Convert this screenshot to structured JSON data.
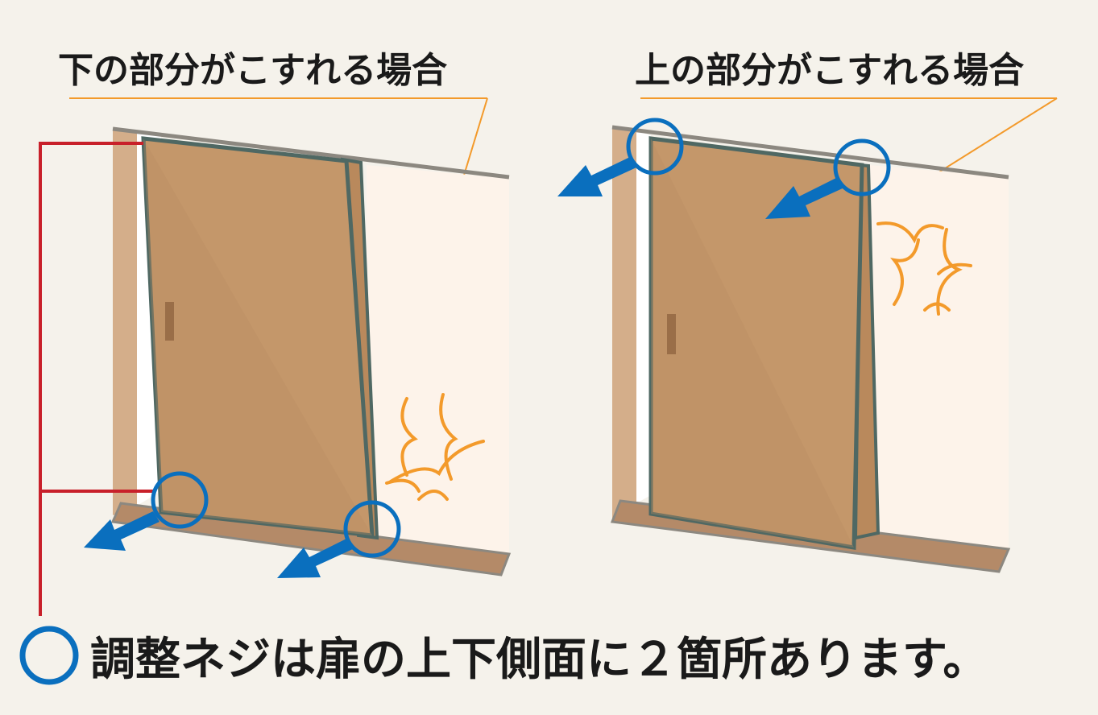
{
  "left_panel": {
    "title": "下の部分がこすれる場合"
  },
  "right_panel": {
    "title": "上の部分がこすれる場合"
  },
  "caption": {
    "text": "調整ネジは扉の上下側面に２箇所あります。"
  },
  "colors": {
    "background": "#f5f2eb",
    "door": "#c4976a",
    "door_edge": "#4f6863",
    "wall_jamb": "#d4ae8a",
    "wall_panel": "#fdf3ea",
    "frame_line": "#8c8880",
    "floor_rail": "#b48a68",
    "screw_marker": "#0a6fbe",
    "bracket_line": "#c8202a",
    "rub_mark": "#f39a2b",
    "leader_line": "#f39a2b"
  }
}
